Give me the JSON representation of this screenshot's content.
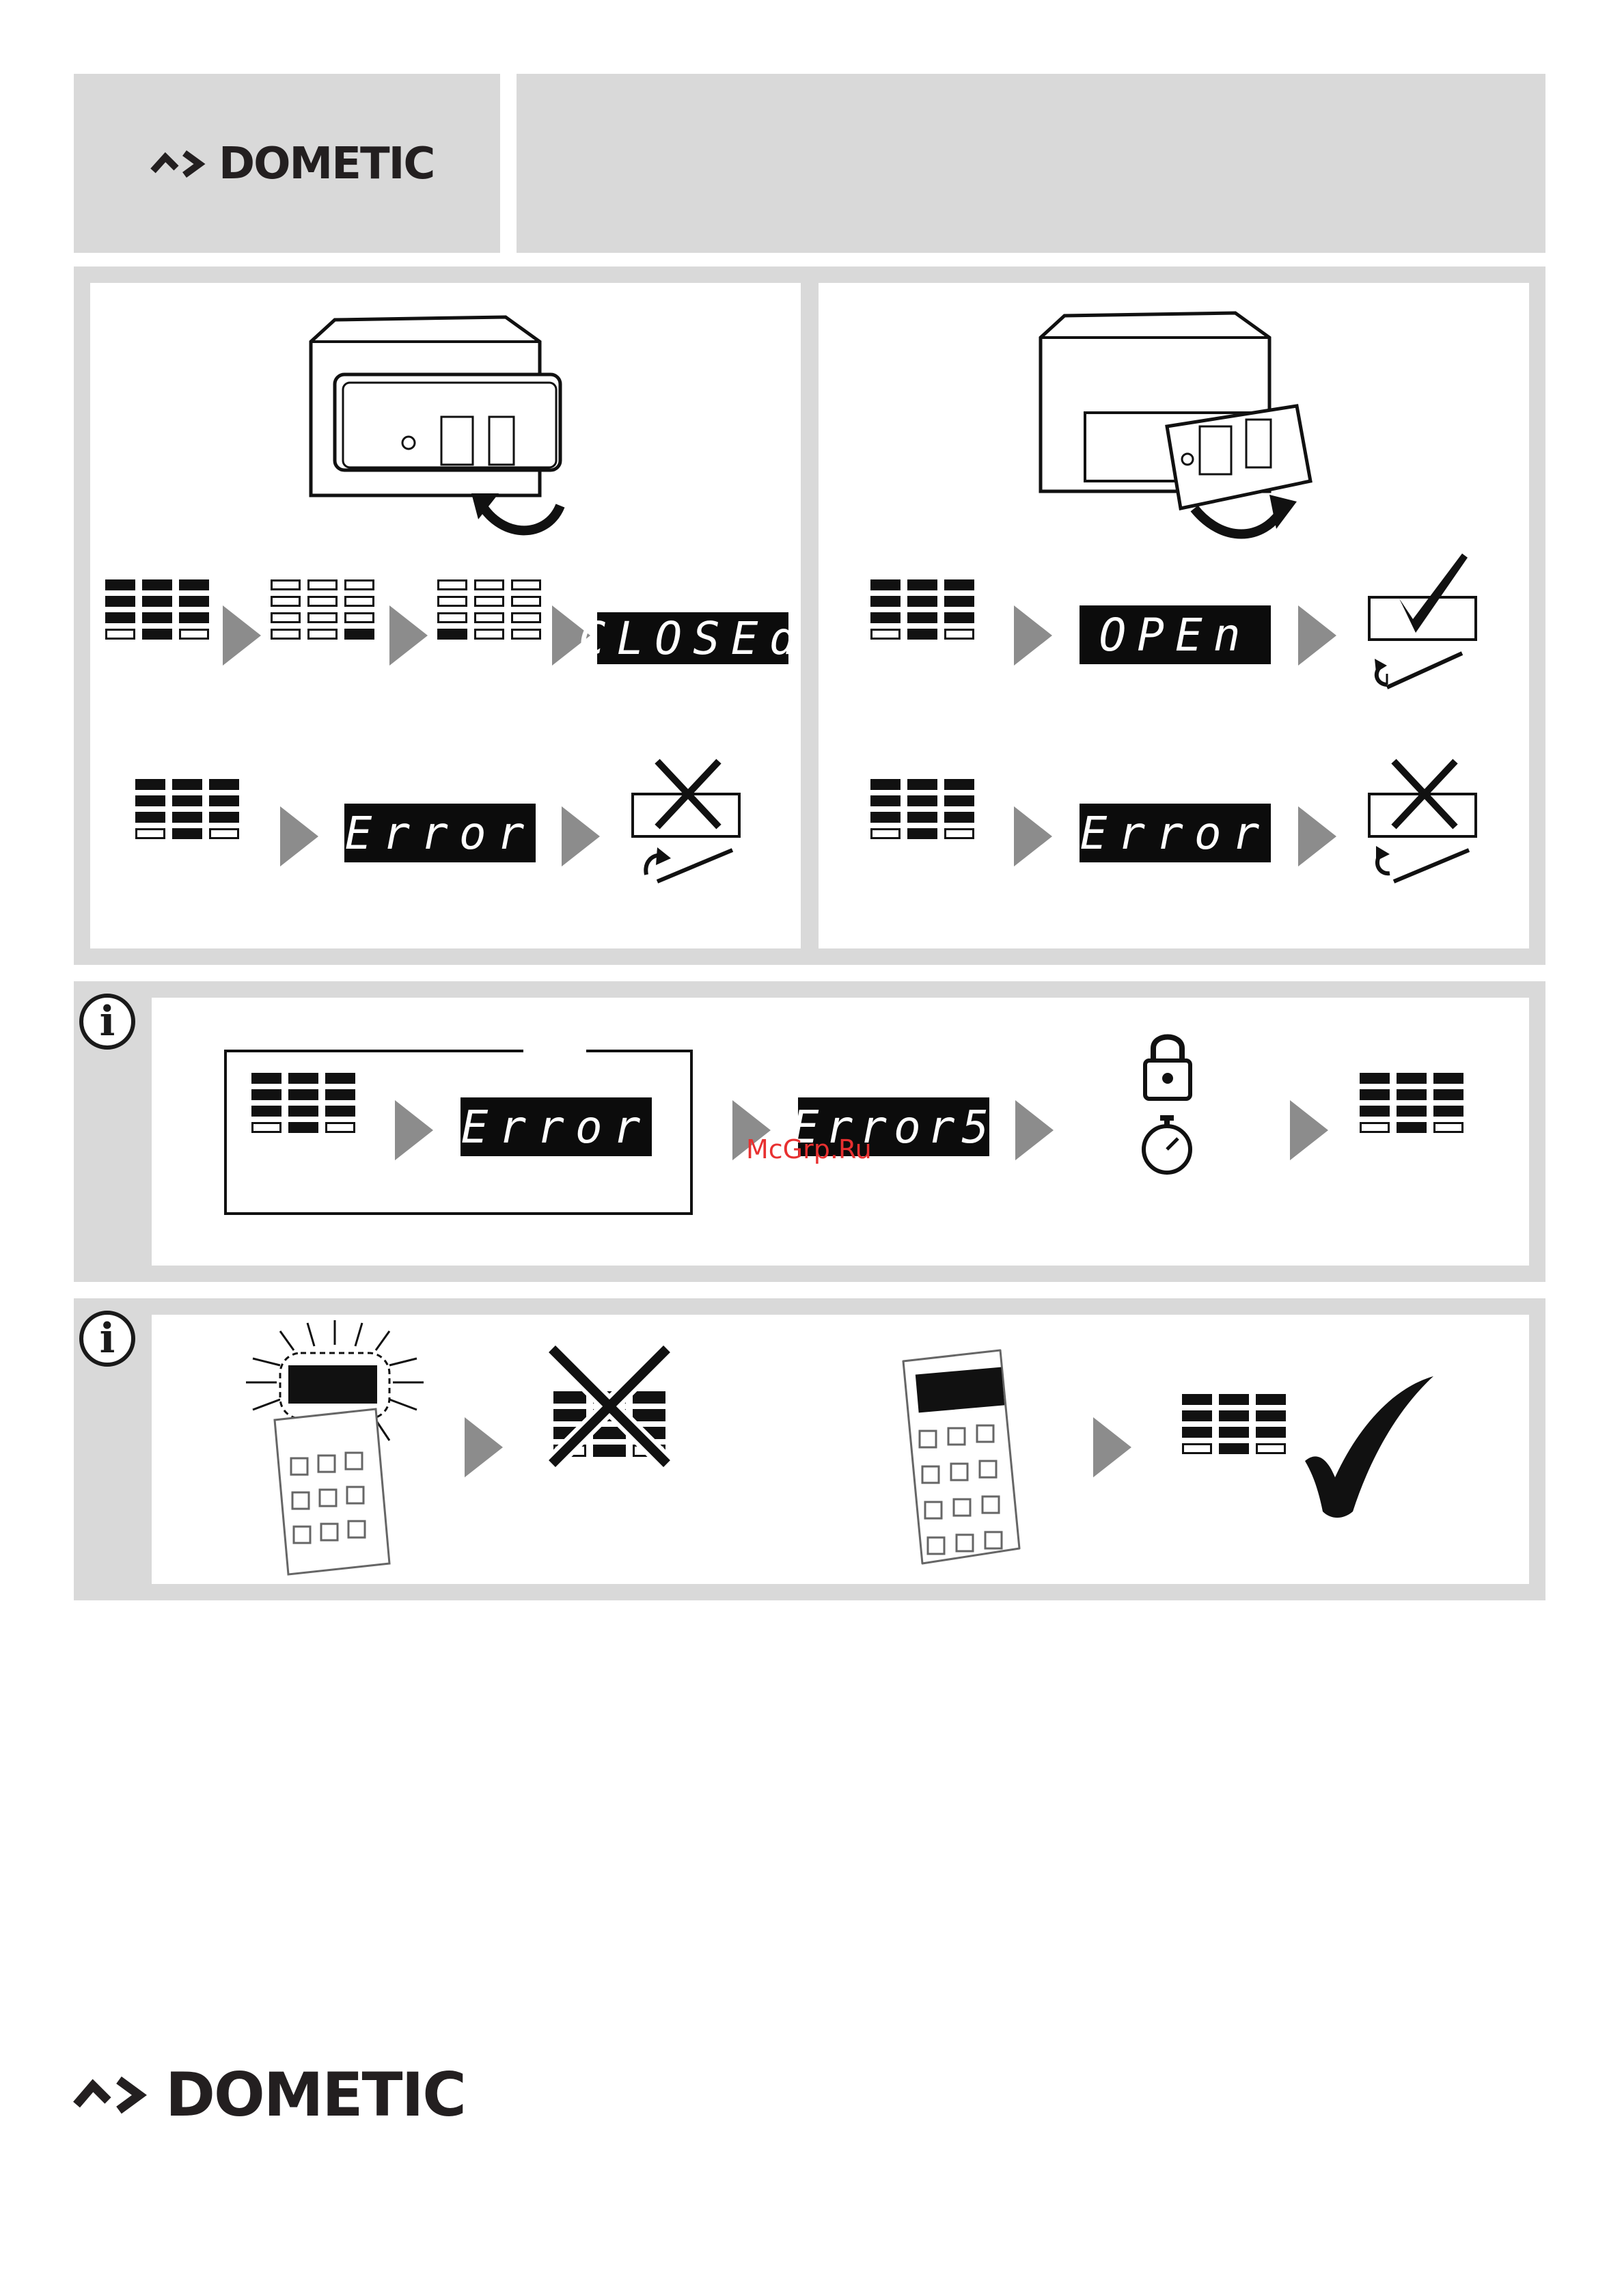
{
  "header": {
    "brand": "DOMETIC"
  },
  "lock_panel": {
    "closed_display": "CLOSEd",
    "error_display": "Error"
  },
  "open_panel": {
    "open_display": "OPEn",
    "error_display": "Error"
  },
  "info_panel_1": {
    "info_symbol": "i",
    "error_display": "Error",
    "error5_display": "Error5",
    "icons": [
      "padlock-icon",
      "stopwatch-icon"
    ]
  },
  "info_panel_2": {
    "info_symbol": "i",
    "icons": [
      "keypad-flashing-icon",
      "cross-icon",
      "keypad-icon",
      "checkmark-icon"
    ]
  },
  "watermark": "McGrp.Ru",
  "footer": {
    "brand": "DOMETIC"
  },
  "colors": {
    "panel_gray": "#d9d9d9",
    "arrow_gray": "#8c8c8c",
    "lcd_black": "#0c0c0c",
    "watermark_red": "#e83030"
  }
}
